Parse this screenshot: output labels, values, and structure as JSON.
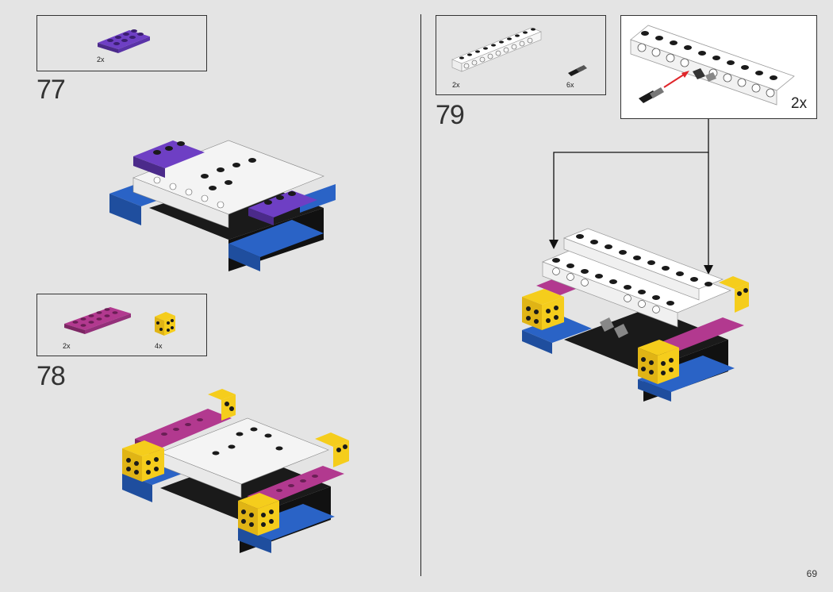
{
  "page": {
    "number": "69"
  },
  "steps": [
    {
      "number": "77",
      "parts": [
        {
          "qty": "2x",
          "part": "plate-2x4-purple",
          "color": "#6e3fc4"
        }
      ]
    },
    {
      "number": "78",
      "parts": [
        {
          "qty": "2x",
          "part": "plate-2x6-magenta",
          "color": "#b2398f"
        },
        {
          "qty": "4x",
          "part": "brick-2x2-yellow-with-holes",
          "color": "#f5cd1c"
        }
      ]
    },
    {
      "number": "79",
      "parts": [
        {
          "qty": "2x",
          "part": "technic-beam-1x10-white",
          "color": "#ffffff"
        },
        {
          "qty": "6x",
          "part": "technic-pin-black",
          "color": "#222222"
        }
      ],
      "callout": {
        "qty": "2x"
      }
    }
  ],
  "colors": {
    "blue": "#2a63c6",
    "purple": "#6e3fc4",
    "magenta": "#b2398f",
    "yellow": "#f5cd1c",
    "white": "#ffffff",
    "black": "#1a1a1a",
    "arrow_red": "#e0262b"
  }
}
